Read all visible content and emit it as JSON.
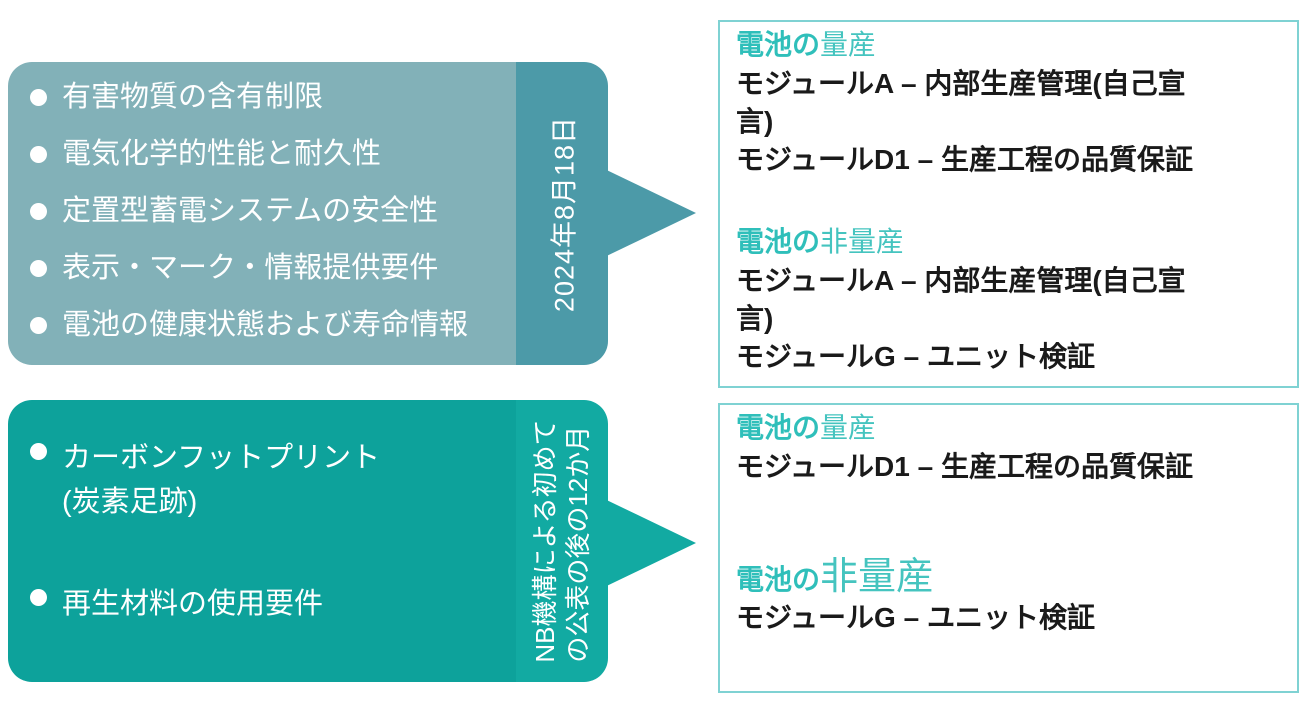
{
  "colors": {
    "callout_top_body": "#82B1B8",
    "callout_top_band": "#4C9AA8",
    "callout_bottom_body": "#0DA29B",
    "callout_bottom_band": "#12AAA2",
    "panel_border": "#7FD2D3",
    "heading_teal": "#2FBFBA",
    "heading_teal_light": "#45C4BF",
    "text_on_teal": "#FFFFFF",
    "body_text": "#1A1A1A"
  },
  "left_top_callout": {
    "items": [
      "有害物質の含有制限",
      "電気化学的性能と耐久性",
      "定置型蓄電システムの安全性",
      "表示・マーク・情報提供要件",
      "電池の健康状態および寿命情報"
    ],
    "date_label": "2024年8月18日"
  },
  "left_bottom_callout": {
    "items": [
      {
        "lines": [
          "カーボンフットプリント",
          "(炭素足跡)"
        ]
      },
      {
        "lines": [
          "再生材料の使用要件"
        ]
      }
    ],
    "label_lines": [
      "NB機構による初めて",
      "の公表の後の12か月"
    ]
  },
  "right_top_panel": {
    "sections": [
      {
        "heading_part1": "電池の",
        "heading_part2": "量産",
        "lines": [
          "モジュールA – 内部生産管理(自己宣",
          "言)",
          "モジュールD1 – 生産工程の品質保証"
        ]
      },
      {
        "heading_part1": "電池の",
        "heading_part2": "非量産",
        "lines": [
          "モジュールA – 内部生産管理(自己宣",
          "言)",
          "モジュールG – ユニット検証"
        ]
      }
    ]
  },
  "right_bottom_panel": {
    "sections": [
      {
        "heading_part1": "電池の",
        "heading_part2": "量産",
        "lines": [
          "モジュールD1 – 生産工程の品質保証"
        ]
      },
      {
        "heading_part1": "電池の",
        "heading_part2": "非量産",
        "lines": [
          "モジュールG – ユニット検証"
        ]
      }
    ]
  }
}
